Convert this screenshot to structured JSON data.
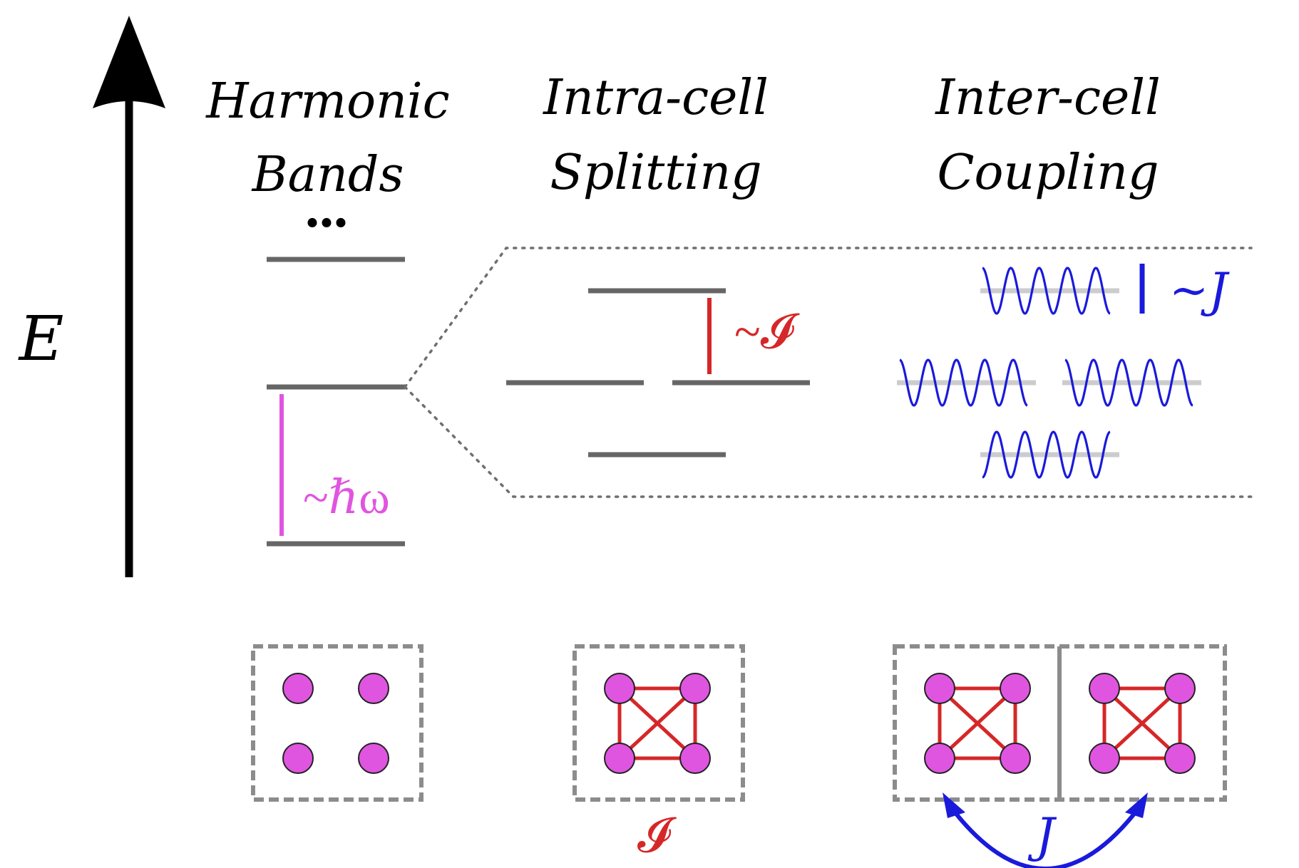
{
  "axis": {
    "label": "E"
  },
  "columns": [
    {
      "line1": "Harmonic",
      "line2": "Bands"
    },
    {
      "line1": "Intra-cell",
      "line2": "Splitting"
    },
    {
      "line1": "Inter-cell",
      "line2": "Coupling"
    }
  ],
  "ellipsis": "...",
  "annotations": {
    "hbar_omega": "~ℏω",
    "intra": "~𝓘",
    "inter": "~J"
  },
  "bottom_labels": {
    "intra": "𝓘",
    "inter": "J"
  },
  "colors": {
    "level": "#666666",
    "magenta": "#e055e0",
    "red": "#d62728",
    "blue": "#1a1adb"
  }
}
